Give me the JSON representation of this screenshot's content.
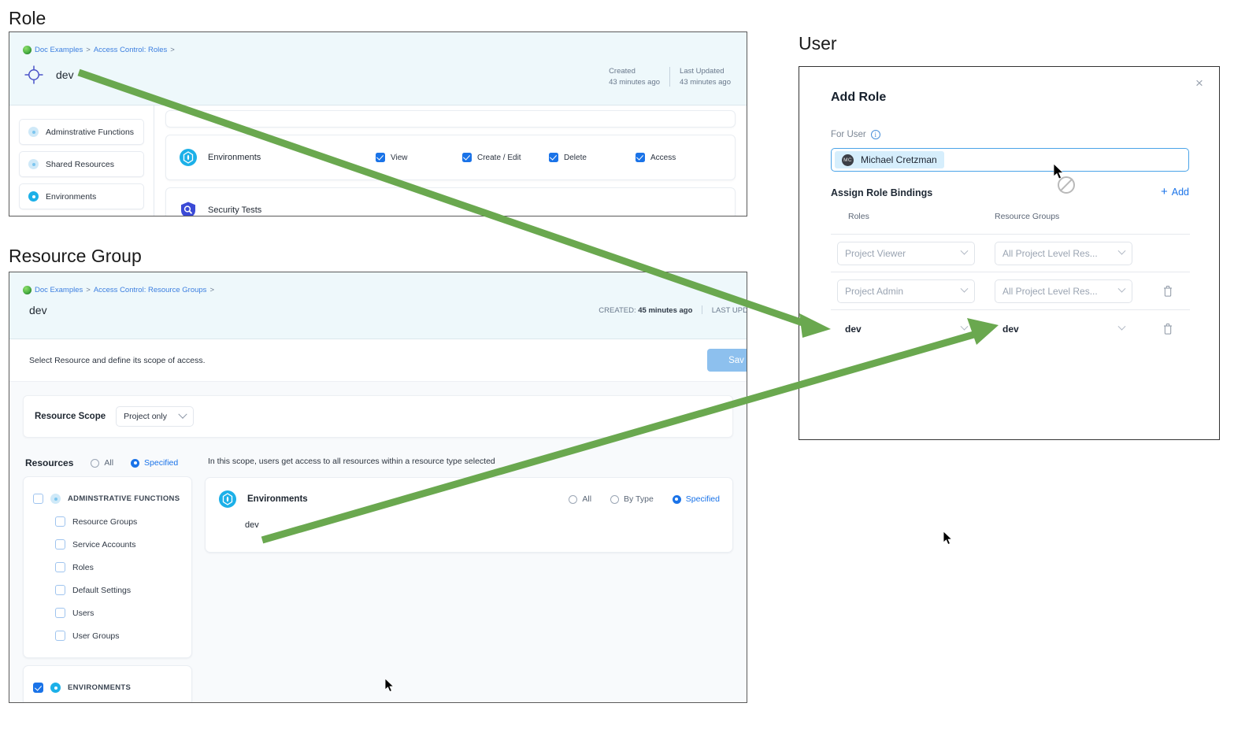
{
  "labels": {
    "role": "Role",
    "resource_group": "Resource Group",
    "user": "User"
  },
  "role_panel": {
    "breadcrumb": {
      "item1": "Doc Examples",
      "sep1": ">",
      "item2": "Access Control: Roles",
      "sep2": ">"
    },
    "title": "dev",
    "meta": {
      "created_label": "Created",
      "created_value": "43 minutes ago",
      "updated_label": "Last Updated",
      "updated_value": "43 minutes ago"
    },
    "sidebar": [
      {
        "label": "Adminstrative Functions",
        "dot": "pale"
      },
      {
        "label": "Shared Resources",
        "dot": "pale"
      },
      {
        "label": "Environments",
        "dot": "bright"
      }
    ],
    "permissions": [
      {
        "name": "Environments",
        "checks": [
          {
            "label": "View",
            "checked": true
          },
          {
            "label": "Create / Edit",
            "checked": true
          },
          {
            "label": "Delete",
            "checked": true
          },
          {
            "label": "Access",
            "checked": true
          }
        ]
      },
      {
        "name": "Security Tests",
        "checks": []
      }
    ]
  },
  "rg_panel": {
    "breadcrumb": {
      "item1": "Doc Examples",
      "sep1": ">",
      "item2": "Access Control: Resource Groups",
      "sep2": ">"
    },
    "title": "dev",
    "meta": {
      "created_label": "CREATED:",
      "created_value": "45 minutes ago",
      "updated_label": "LAST UPD"
    },
    "subtext": "Select Resource and define its scope of access.",
    "save_label": "Sav",
    "scope": {
      "label": "Resource Scope",
      "value": "Project only"
    },
    "resources": {
      "title": "Resources",
      "options": [
        {
          "label": "All",
          "selected": false
        },
        {
          "label": "Specified",
          "selected": true
        }
      ],
      "groups": [
        {
          "label": "ADMINSTRATIVE FUNCTIONS",
          "checked": false,
          "dot": "pale",
          "children": [
            {
              "label": "Resource Groups",
              "checked": false
            },
            {
              "label": "Service Accounts",
              "checked": false
            },
            {
              "label": "Roles",
              "checked": false
            },
            {
              "label": "Default Settings",
              "checked": false
            },
            {
              "label": "Users",
              "checked": false
            },
            {
              "label": "User Groups",
              "checked": false
            }
          ]
        },
        {
          "label": "ENVIRONMENTS",
          "checked": true,
          "dot": "bright",
          "children": []
        }
      ]
    },
    "scope_note": "In this scope, users get access to all resources within a resource type selected",
    "env_card": {
      "name": "Environments",
      "options": [
        {
          "label": "All",
          "selected": false
        },
        {
          "label": "By Type",
          "selected": false
        },
        {
          "label": "Specified",
          "selected": true
        }
      ],
      "value": "dev"
    }
  },
  "user_panel": {
    "title": "Add Role",
    "close": "×",
    "for_user_label": "For User",
    "user_chip": {
      "initials": "MC",
      "name": "Michael Cretzman"
    },
    "bindings_label": "Assign Role Bindings",
    "add_label": "Add",
    "columns": {
      "roles": "Roles",
      "resource_groups": "Resource Groups"
    },
    "rows": [
      {
        "role": "Project Viewer",
        "resource_group": "All Project Level Res...",
        "deletable": false,
        "style": "placeholder"
      },
      {
        "role": "Project Admin",
        "resource_group": "All Project Level Res...",
        "deletable": true,
        "style": "placeholder"
      },
      {
        "role": "dev",
        "resource_group": "dev",
        "deletable": true,
        "style": "value"
      }
    ]
  },
  "colors": {
    "accent_blue": "#1a73e8",
    "header_bg": "#eef8fb",
    "arrow_green": "#6aa84f",
    "link": "#3d7fe0"
  }
}
